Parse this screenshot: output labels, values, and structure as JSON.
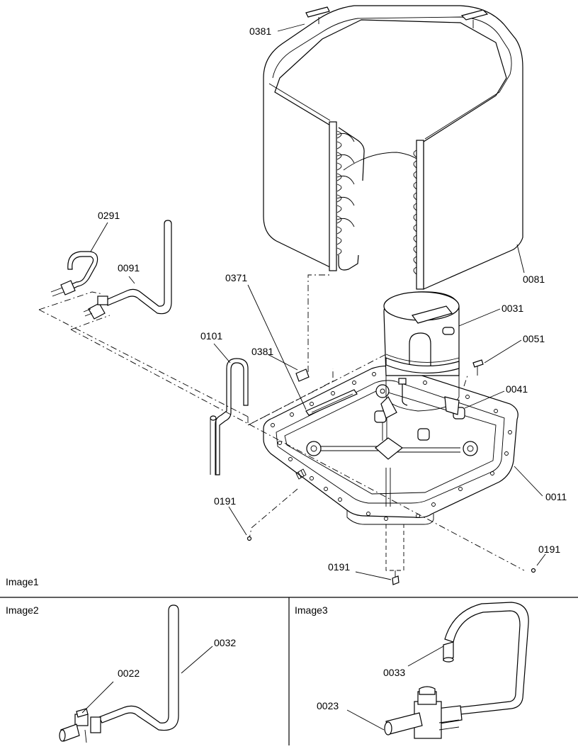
{
  "labels": {
    "l0381_top": "0381",
    "l0291": "0291",
    "l0091": "0091",
    "l0371": "0371",
    "l0101": "0101",
    "l0381_mid": "0381",
    "l0031": "0031",
    "l0051": "0051",
    "l0041": "0041",
    "l0081": "0081",
    "l0011": "0011",
    "l0191_left": "0191",
    "l0191_bottom": "0191",
    "l0191_right": "0191",
    "l0022": "0022",
    "l0032": "0032",
    "l0033": "0033",
    "l0023": "0023"
  },
  "panels": {
    "image1": "Image1",
    "image2": "Image2",
    "image3": "Image3"
  }
}
